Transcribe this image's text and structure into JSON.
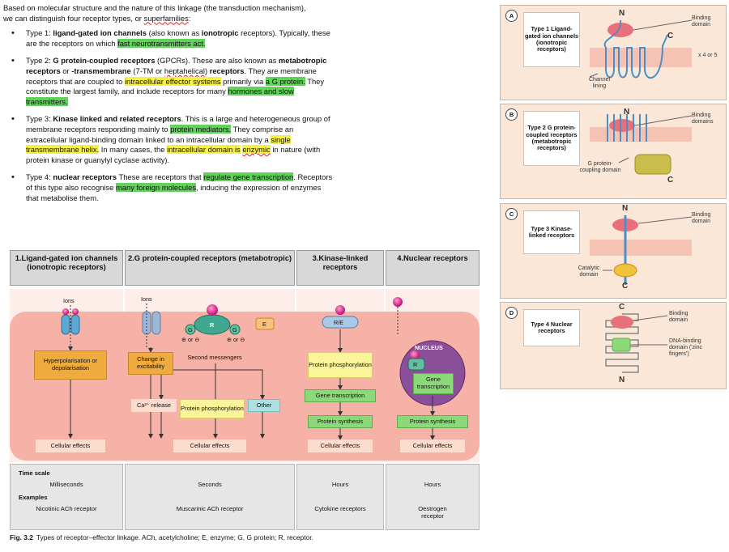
{
  "text": {
    "intro_1": "Based on molecular structure and the nature of this linkage (the transduction mechanism),",
    "intro_2a": "we can distinguish four receptor types, or ",
    "intro_2b": "superfamilies",
    "intro_2c": ":",
    "t1": {
      "a": "Type 1: ",
      "b": "ligand-gated ion channels",
      "c": " (also known as ",
      "d": "ionotropic",
      "e": " receptors). Typically, these are the receptors on which ",
      "f": "fast neurotransmitters act."
    },
    "t2": {
      "a": "Type 2: ",
      "b": "G protein-coupled receptors",
      "c": " (GPCRs). These are also known as ",
      "d": "metabotropic receptors",
      "e": " or ",
      "f": "-transmembrane",
      "g": " (7-TM or ",
      "h": "heptahelical",
      "i": ") ",
      "j": "receptors",
      "k": ". They are membrane receptors that are coupled to ",
      "l": "intracellular effector systems",
      "m": " primarily via ",
      "n": "a G protein.",
      "o": " They constitute the largest family, and include receptors for many ",
      "p": "hormones and slow transmitters."
    },
    "t3": {
      "a": "Type 3: ",
      "b": "Kinase linked and related receptors",
      "c": ". This is a large and heterogeneous group of membrane receptors responding mainly to ",
      "d": "protein mediators.",
      "e": " They comprise an extracellular ligand-binding domain linked to an intracellular domain by a ",
      "f": "single transmembrane helix.",
      "g": " In many cases, the ",
      "h": "intracellular domain is",
      "i": "enzymic",
      "j": " in nature (with protein kinase or guanylyl cyclase activity)."
    },
    "t4": {
      "a": "Type 4: ",
      "b": "nuclear receptors",
      "c": " These are receptors that ",
      "d": "regulate gene transcription",
      "e": ". Receptors of this type also recognise ",
      "f": "many foreign molecules",
      "g": ", inducing the expression of enzymes that metabolise them."
    }
  },
  "figure": {
    "headers": {
      "c1": "1.Ligand-gated ion channels (ionotropic receptors)",
      "c2": "2.G protein-coupled receptors (metabotropic)",
      "c3": "3.Kinase-linked receptors",
      "c4": "4.Nuclear receptors"
    },
    "labels": {
      "ions1": "Ions",
      "ions2": "Ions",
      "r": "R",
      "g": "G",
      "e": "E",
      "re": "R/E",
      "nucleus": "NUCLEUS",
      "plus_or_minus": "⊕ or ⊖"
    },
    "boxes": {
      "hyper": "Hyperpolarisation or depolarisation",
      "change": "Change in excitability",
      "second": "Second messengers",
      "ca": "Ca²⁺ release",
      "protphos2": "Protein phosphorylation",
      "other": "Other",
      "protphos3": "Protein phosphorylation",
      "genetr3": "Gene transcription",
      "protsyn3": "Protein synthesis",
      "genetr4": "Gene transcription",
      "protsyn4": "Protein synthesis",
      "ce1": "Cellular effects",
      "ce2": "Cellular effects",
      "ce3": "Cellular effects",
      "ce4": "Cellular effects"
    },
    "timescale": {
      "title": "Time scale",
      "c1": "Milliseconds",
      "c2": "Seconds",
      "c3": "Hours",
      "c4": "Hours",
      "examples_title": "Examples",
      "ex1": "Nicotinic ACh receptor",
      "ex2": "Muscarinic ACh receptor",
      "ex3": "Cytokine receptors",
      "ex4": "Oestrogen receptor"
    },
    "caption": {
      "num": "Fig. 3.2",
      "text": "Types of receptor–effector linkage. ACh, acetylcholine; E, enzyme; G, G protein; R, receptor."
    }
  },
  "panels": {
    "a": {
      "letter": "A",
      "title": "Type 1 Ligand-gated ion channels (ionotropic receptors)",
      "n": "N",
      "c": "C",
      "binding": "Binding domain",
      "x": "x 4 or 5",
      "channel": "Channel lining"
    },
    "b": {
      "letter": "B",
      "title": "Type 2 G protein-coupled receptors (metabotropic receptors)",
      "n": "N",
      "c": "C",
      "binding": "Binding domains",
      "gp": "G protein-coupling domain"
    },
    "c": {
      "letter": "C",
      "title": "Type 3 Kinase-linked receptors",
      "n": "N",
      "c": "C",
      "binding": "Binding domain",
      "cat": "Catalytic domain"
    },
    "d": {
      "letter": "D",
      "title": "Type 4 Nuclear receptors",
      "n": "N",
      "c": "C",
      "binding": "Binding domain",
      "dna": "DNA-binding domain ('zinc fingers')"
    }
  },
  "colors": {
    "highlight_green": "#61d25a",
    "highlight_yellow": "#f6f04a",
    "membrane": "#f7b2a7",
    "receptor_blue": "#5aa9d6",
    "binding_red": "#e8707a"
  }
}
